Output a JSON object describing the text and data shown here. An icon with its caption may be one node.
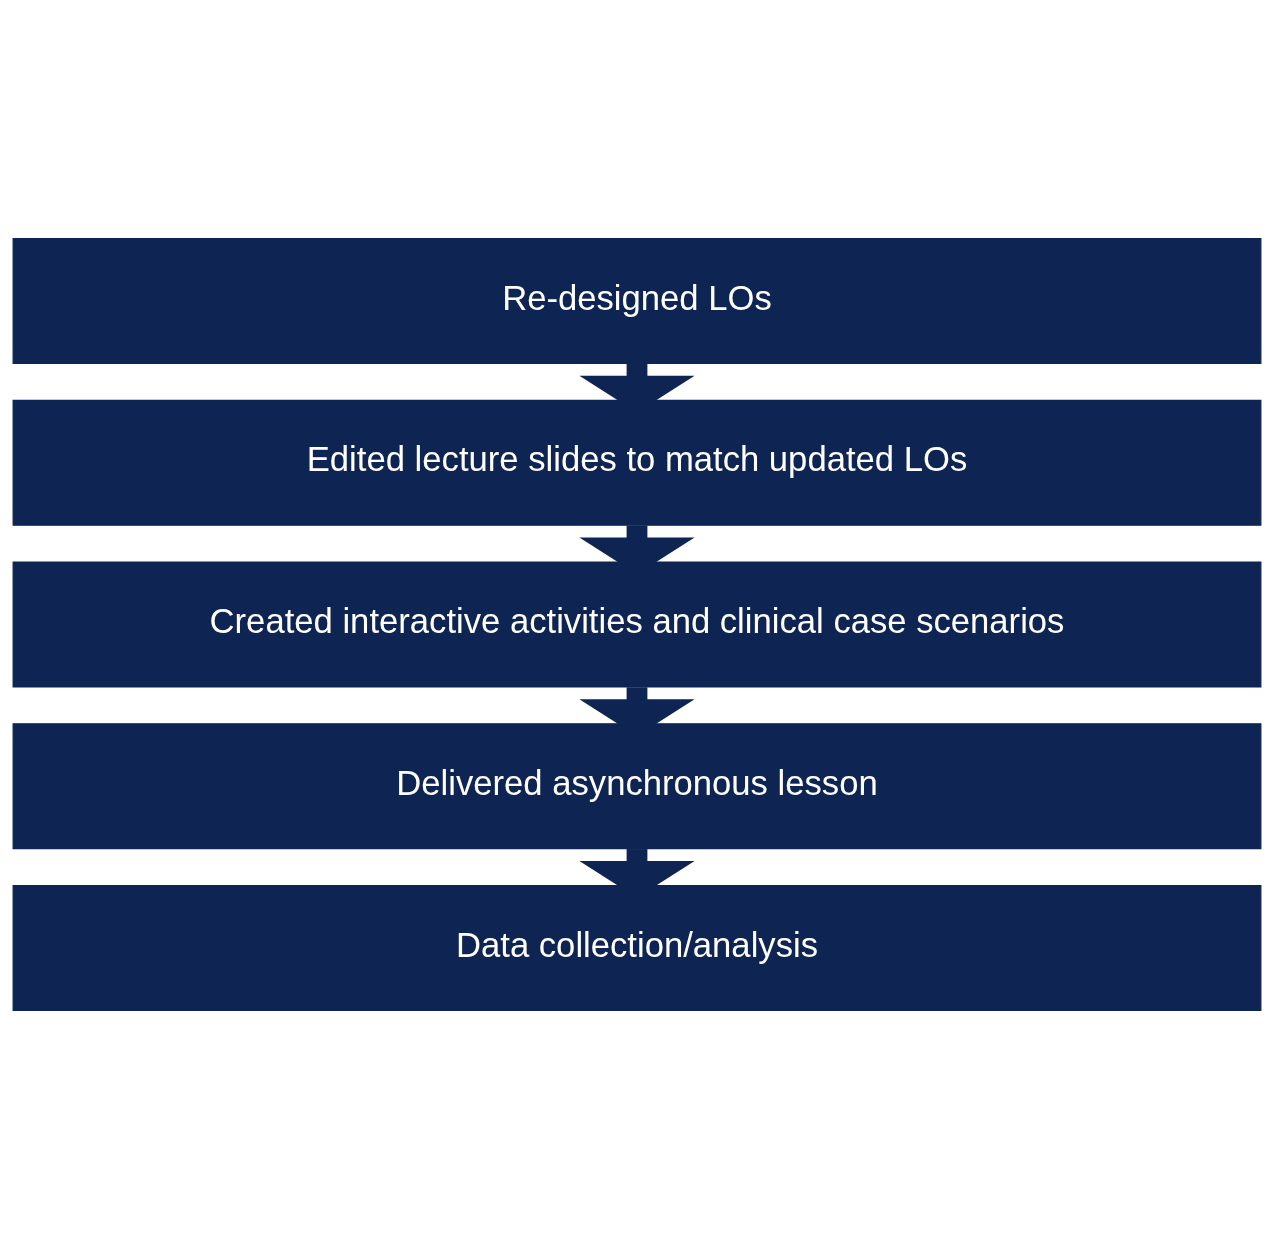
{
  "diagram": {
    "nodes": [
      {
        "text": [
          "Re-designed LOs"
        ]
      },
      {
        "text": [
          "Edited lecture slides to match updated LOs"
        ]
      },
      {
        "text": [
          "Created interactive activities and clinical case scenarios"
        ]
      },
      {
        "text": [
          "Delivered asynchronous lesson"
        ]
      },
      {
        "text": [
          "Data collection/analysis"
        ]
      }
    ],
    "edges": [
      {
        "from": 0,
        "to": 1,
        "arrow": "to"
      },
      {
        "from": 1,
        "to": 2,
        "arrow": "to"
      },
      {
        "from": 2,
        "to": 3,
        "arrow": "to"
      },
      {
        "from": 3,
        "to": 4,
        "arrow": "to"
      }
    ]
  }
}
